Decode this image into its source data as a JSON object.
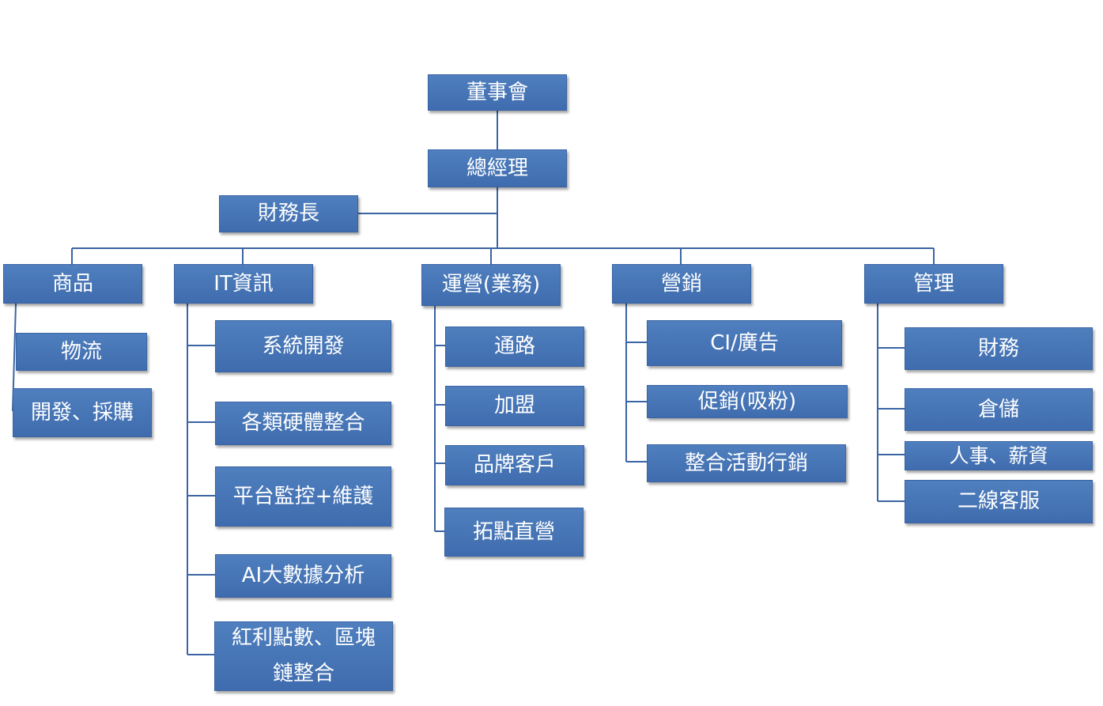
{
  "chart": {
    "board": "董事會",
    "gm": "總經理",
    "cfo": "財務長",
    "departments": [
      {
        "name": "商品",
        "items": [
          "物流",
          "開發、採購"
        ]
      },
      {
        "name": "IT資訊",
        "items": [
          "系統開發",
          "各類硬體整合",
          "平台監控+維護",
          "AI大數據分析",
          "紅利點數、區塊\n鏈整合"
        ]
      },
      {
        "name": "運營(業務)",
        "items": [
          "通路",
          "加盟",
          "品牌客戶",
          "拓點直營"
        ]
      },
      {
        "name": "營銷",
        "items": [
          "CI/廣告",
          "促銷(吸粉)",
          "整合活動行銷"
        ]
      },
      {
        "name": "管理",
        "items": [
          "財務",
          "倉儲",
          "人事、薪資",
          "二線客服"
        ]
      }
    ]
  }
}
